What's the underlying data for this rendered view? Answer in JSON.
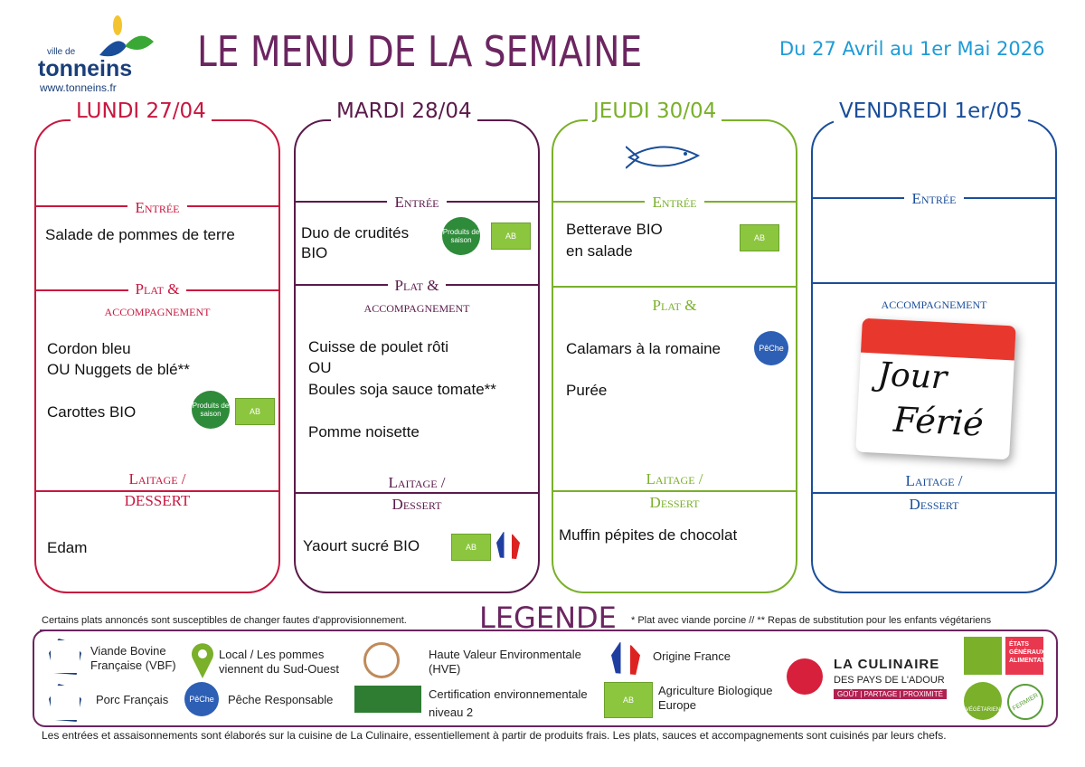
{
  "header": {
    "logo_small": "ville de",
    "logo_name": "tonneins",
    "logo_url": "www.tonneins.fr",
    "title": "LE MENU DE LA SEMAINE",
    "date": "Du 27 Avril au 1er Mai 2026"
  },
  "days": [
    {
      "name": "LUNDI 27/04",
      "color": "#c8173f",
      "entree": "Entrée",
      "plat": "Plat &",
      "accomp": "accompagnement",
      "laitage": "Laitage /",
      "dessert": "DESSERT",
      "entree_items": [
        "Salade de pommes de terre"
      ],
      "plat_items": [
        "Cordon bleu",
        "OU Nuggets de blé**",
        "Carottes BIO"
      ],
      "dessert_items": [
        "Edam"
      ]
    },
    {
      "name": "MARDI 28/04",
      "color": "#5a1a4a",
      "entree": "Entrée",
      "plat": "Plat &",
      "accomp": "accompagnement",
      "laitage": "Laitage /",
      "dessert": "Dessert",
      "entree_items": [
        "Duo de crudités",
        "BIO"
      ],
      "plat_items": [
        "Cuisse de poulet rôti",
        "OU",
        "Boules soja sauce tomate**",
        "Pomme noisette"
      ],
      "dessert_items": [
        "Yaourt sucré BIO"
      ]
    },
    {
      "name": "JEUDI 30/04",
      "color": "#7ab02a",
      "entree": "Entrée",
      "plat": "Plat &",
      "laitage": "Laitage /",
      "dessert": "Dessert",
      "entree_items": [
        "Betterave BIO",
        "en salade"
      ],
      "plat_items": [
        "Calamars à la romaine",
        "Purée"
      ],
      "dessert_items": [
        "Muffin pépites de chocolat"
      ]
    },
    {
      "name": "VENDREDI 1er/05",
      "color": "#1a4e9a",
      "entree": "Entrée",
      "accomp": "accompagnement",
      "laitage": "Laitage /",
      "dessert": "Dessert",
      "holiday_1": "Jour",
      "holiday_2": "Férié"
    }
  ],
  "badges": {
    "bio": "AB",
    "season": "Produits de saison",
    "peche": "PêChe"
  },
  "legend": {
    "title": "LEGENDE",
    "note_left": "Certains plats annoncés sont susceptibles de changer fautes d'approvisionnement.",
    "note_right": "* Plat avec viande porcine // ** Repas de substitution  pour les enfants végétariens",
    "items": [
      "Viande Bovine Française (VBF)",
      "Porc Français",
      "Local / Les pommes viennent du Sud-Ouest",
      "Pêche Responsable",
      "Haute Valeur Environmentale (HVE)",
      "Certification environnementale niveau  2",
      "Origine France",
      "Agriculture Biologique Europe"
    ],
    "culinaire_1": "LA CULINAIRE",
    "culinaire_2": "DES PAYS DE L'ADOUR",
    "culinaire_3": "GOÛT | PARTAGE | PROXIMITÉ",
    "egalim": "ÉTATS GÉNÉRAUX ALIMENTATION",
    "vege": "VÉGÉTARIEN",
    "fermier": "FERMIER",
    "footer": "Les entrées et assaisonnements sont élaborés sur la cuisine de La Culinaire, essentiellement  à partir de produits frais. Les plats, sauces et accompagnements sont cuisinés par leurs chefs."
  }
}
